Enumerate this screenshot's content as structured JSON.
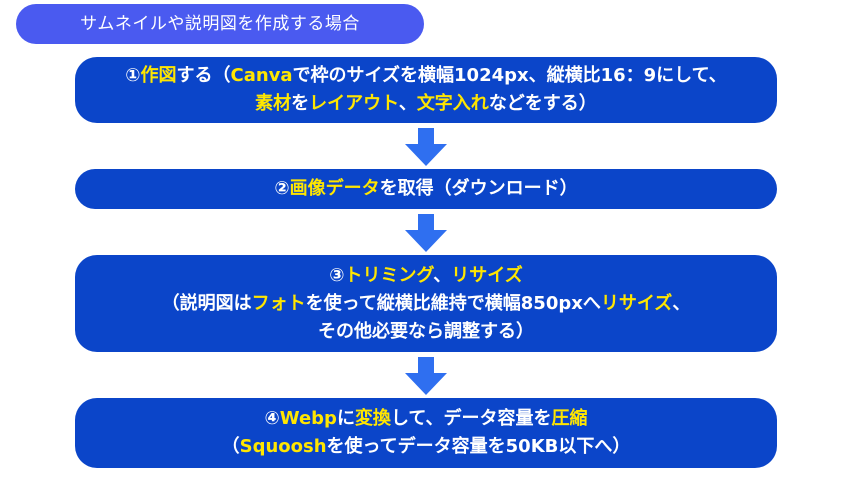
{
  "title": "サムネイルや説明図を作成する場合",
  "colors": {
    "box": "#0b45c9",
    "title_pill": "#4a5af0",
    "arrow": "#2f6ff0",
    "highlight": "#ffe600",
    "text": "#ffffff"
  },
  "steps": [
    {
      "lines": [
        [
          {
            "t": "①",
            "hl": false
          },
          {
            "t": "作図",
            "hl": true
          },
          {
            "t": "する（",
            "hl": false
          },
          {
            "t": "Canva",
            "hl": true
          },
          {
            "t": "で枠のサイズを横幅1024px、縦横比16：9にして、",
            "hl": false
          }
        ],
        [
          {
            "t": "素材",
            "hl": true
          },
          {
            "t": "を",
            "hl": false
          },
          {
            "t": "レイアウト",
            "hl": true
          },
          {
            "t": "、",
            "hl": false
          },
          {
            "t": "文字入れ",
            "hl": true
          },
          {
            "t": "などをする）",
            "hl": false
          }
        ]
      ]
    },
    {
      "lines": [
        [
          {
            "t": "②",
            "hl": false
          },
          {
            "t": "画像データ",
            "hl": true
          },
          {
            "t": "を取得（ダウンロード）",
            "hl": false
          }
        ]
      ]
    },
    {
      "lines": [
        [
          {
            "t": "③",
            "hl": false
          },
          {
            "t": "トリミング",
            "hl": true
          },
          {
            "t": "、",
            "hl": false
          },
          {
            "t": "リサイズ",
            "hl": true
          }
        ],
        [
          {
            "t": "（説明図は",
            "hl": false
          },
          {
            "t": "フォト",
            "hl": true
          },
          {
            "t": "を使って縦横比維持で横幅850pxへ",
            "hl": false
          },
          {
            "t": "リサイズ",
            "hl": true
          },
          {
            "t": "、",
            "hl": false
          }
        ],
        [
          {
            "t": "その他必要なら調整する）",
            "hl": false
          }
        ]
      ]
    },
    {
      "lines": [
        [
          {
            "t": "④",
            "hl": false
          },
          {
            "t": "Webp",
            "hl": true
          },
          {
            "t": "に",
            "hl": false
          },
          {
            "t": "変換",
            "hl": true
          },
          {
            "t": "して、データ容量を",
            "hl": false
          },
          {
            "t": "圧縮",
            "hl": true
          }
        ],
        [
          {
            "t": "（",
            "hl": false
          },
          {
            "t": "Squoosh",
            "hl": true
          },
          {
            "t": "を使ってデータ容量を50KB以下へ）",
            "hl": false
          }
        ]
      ]
    }
  ],
  "arrows": [
    "arrow-down-icon",
    "arrow-down-icon",
    "arrow-down-icon"
  ]
}
